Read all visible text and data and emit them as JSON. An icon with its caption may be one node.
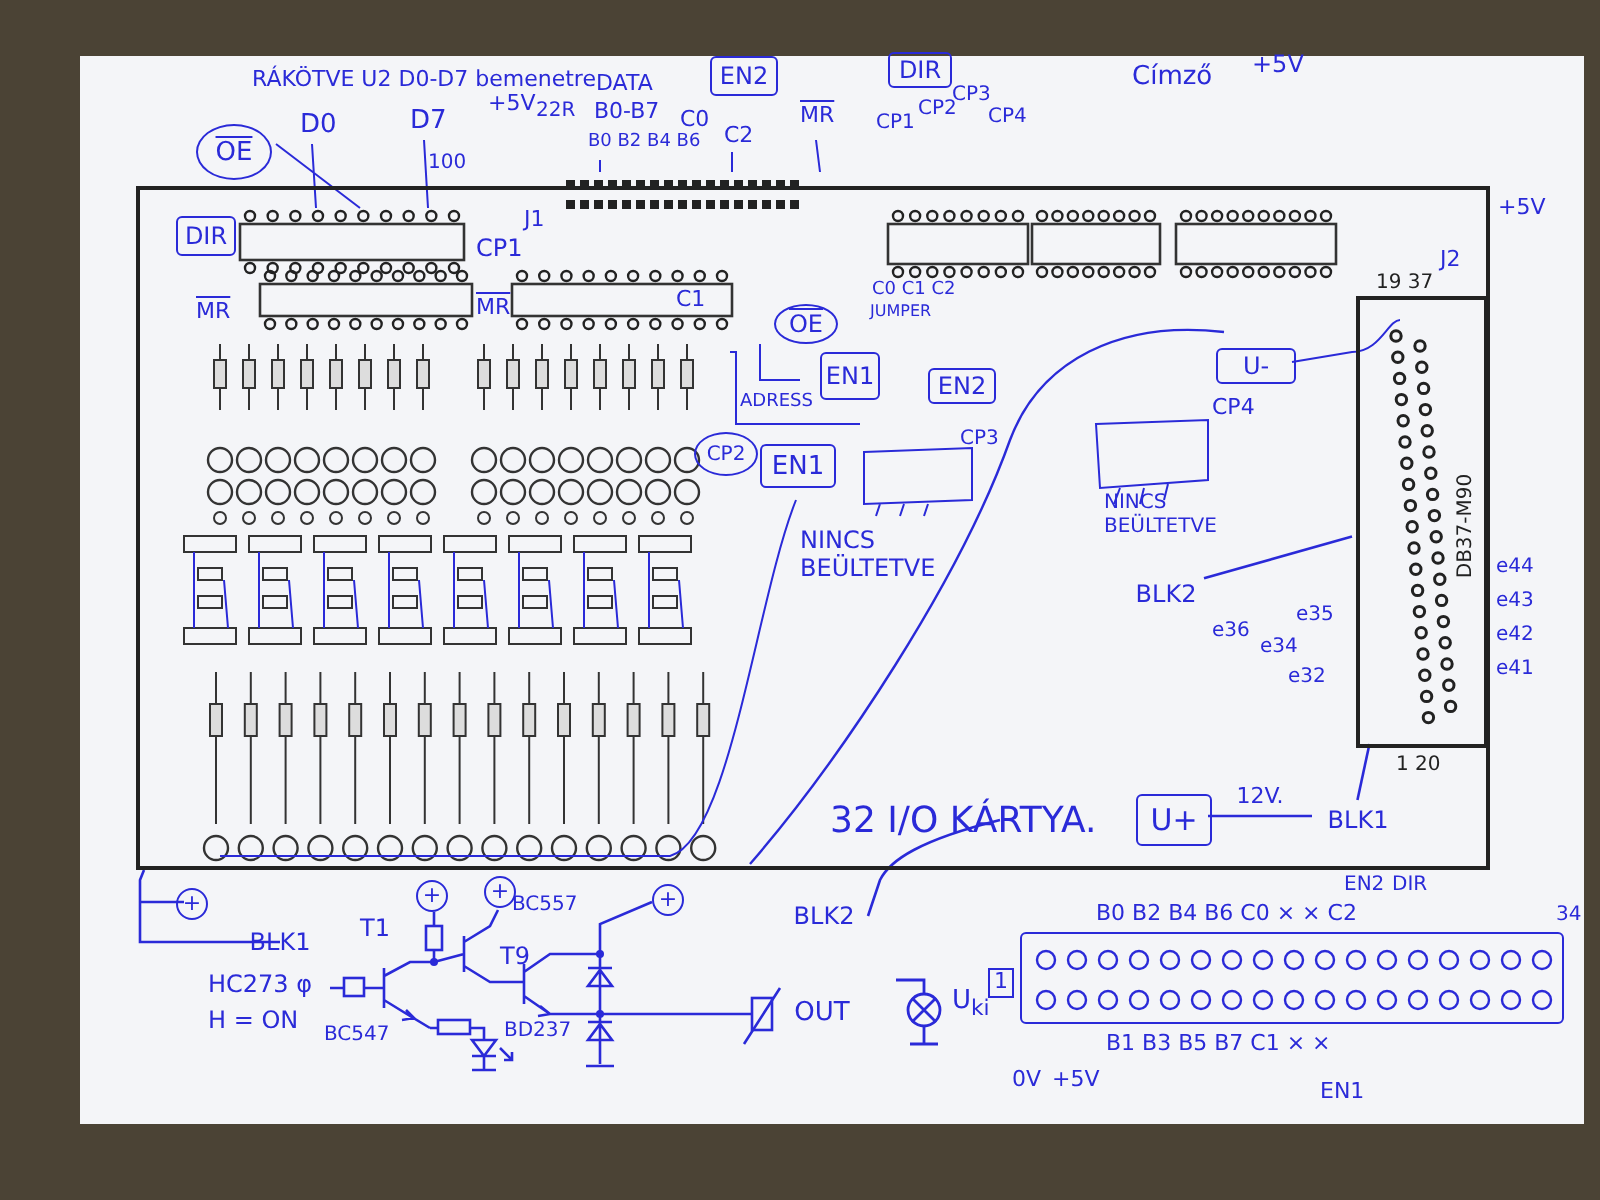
{
  "diagram": {
    "nodes": [
      {
        "text": [
          "32 I/O KÁRTYA."
        ]
      },
      {
        "text": [
          "OE"
        ]
      },
      {
        "text": [
          "DIR"
        ],
        "in": 0
      },
      {
        "text": [
          "EN2"
        ]
      },
      {
        "text": [
          "DIR"
        ]
      },
      {
        "text": [
          "OE"
        ],
        "in": 0
      },
      {
        "text": [
          "EN1"
        ],
        "in": 0
      },
      {
        "text": [
          "EN2"
        ],
        "in": 0
      },
      {
        "text": [
          "EN1"
        ],
        "in": 0
      },
      {
        "text": [
          "CP2"
        ],
        "in": 0
      },
      {
        "text": [
          "U-"
        ],
        "in": 0
      },
      {
        "text": [
          "U+"
        ],
        "in": 0
      },
      {
        "text": [
          "DB37-M90"
        ],
        "beside": [
          "19 37",
          "1 20"
        ],
        "in": 0
      },
      {
        "text": [
          "BLK2"
        ],
        "in": 0
      },
      {
        "text": [
          "BLK1"
        ],
        "in": 0
      },
      {
        "text": [
          "OUT"
        ]
      },
      {
        "text": [],
        "shape": "box"
      },
      {
        "text": [
          "BLK2"
        ]
      },
      {
        "text": [
          "BLK1"
        ]
      }
    ],
    "edges": [
      {
        "from": 13,
        "to": 12,
        "arrow": "none"
      },
      {
        "from": 14,
        "to": 12,
        "arrow": "none"
      },
      {
        "from": 11,
        "to": 14,
        "arrow": "none",
        "label": "12V."
      }
    ],
    "labels": [
      "RÁKÖTVE U2 D0-D7 bemenetre",
      "D0",
      "D7",
      "+5V",
      "100",
      "22R",
      "DATA",
      "B0-B7",
      "C0",
      "B0 B2 B4 B6",
      "C2",
      "MR",
      "J1",
      "CP1",
      "MR",
      "MR",
      "C1",
      "CP1",
      "CP2",
      "CP3",
      "CP4",
      "C0 C1 C2",
      "JUMPER",
      "ADRESS",
      "CP3",
      "NINCS BEÜLTETVE",
      "CP4",
      "NINCS BEÜLTETVE",
      "Címző",
      "+5V",
      "+5V",
      "J2",
      "e44",
      "e43",
      "e42",
      "e41",
      "e36",
      "e35",
      "e34",
      "e32",
      "T1",
      "T9",
      "BC557",
      "HC273 φ",
      "H = ON",
      "BC547",
      "BD237",
      "U$_{ki}$",
      "+",
      "+",
      "+",
      "+",
      "B0 B2 B4 B6 C0 × × C2",
      "EN2",
      "DIR",
      "34",
      "1",
      "B1 B3 B5 B7 C1 × ×",
      "0V",
      "+5V",
      "EN1"
    ]
  }
}
